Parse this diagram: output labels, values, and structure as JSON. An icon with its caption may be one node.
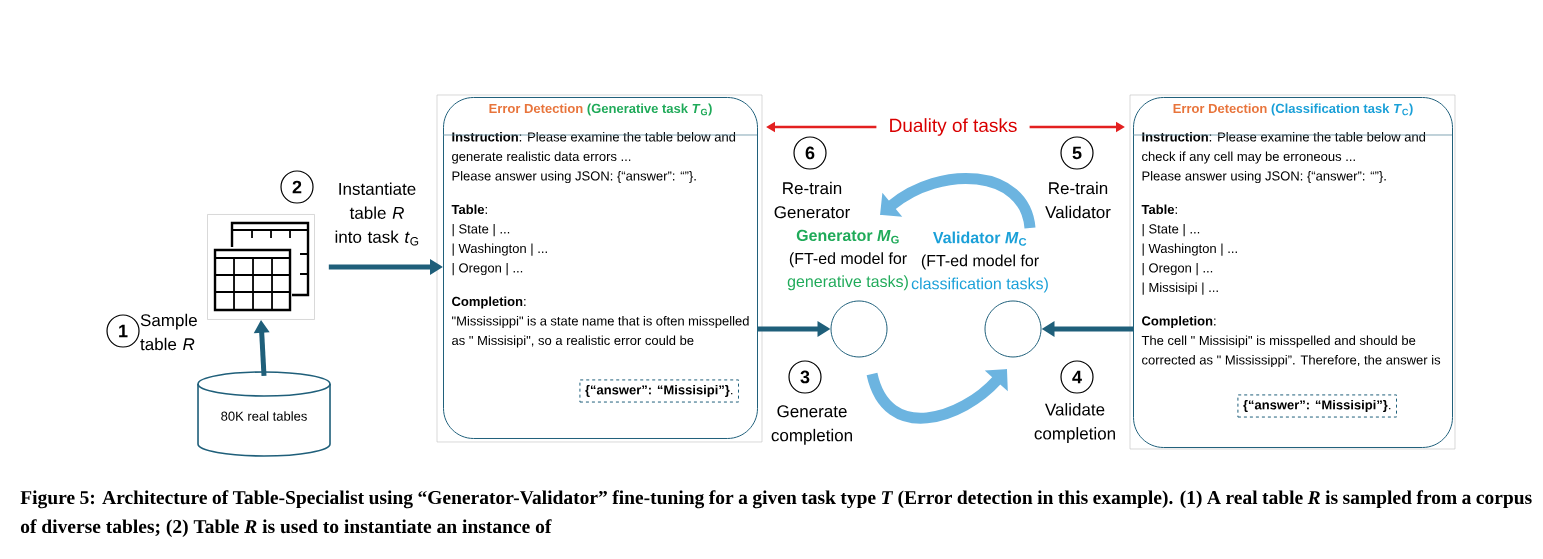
{
  "diagram": {
    "caption": "Figure 5: Architecture of Table-Specialist using “Generator-Validator” fine-tuning for a given task type *T* (Error detection in this example). (1) A real table *R* is sampled from a corpus of diverse tables; (2) Table *R* is used to instantiate an instance of",
    "nodes": [
      {
        "text": [],
        "shape": "table"
      },
      {
        "text": [
          "80K real tables"
        ]
      },
      {
        "text": [
          "Error Detection",
          "(Generative task *T*$_{G}$)",
          "**Instruction**: Please examine the table below and generate realistic data errors ...",
          "Please answer using JSON: {“answer”: “”}.",
          "**Table**:",
          "| State | ...",
          "| Washington | ...",
          "| Oregon | ...",
          "**Completion**:",
          "\"Mississippi\" is a state name that is often misspelled as \" Missisipi\", so a realistic error could be"
        ]
      },
      {
        "text": [
          "**{“answer”: “Missisipi”}**."
        ],
        "in": 2
      },
      {
        "text": [
          "Duality of tasks"
        ]
      },
      {
        "text": [],
        "shape": "circle",
        "beside": [
          "Generator *M*$_{G}$",
          "(FT-ed model for",
          "generative tasks)"
        ]
      },
      {
        "text": [],
        "shape": "circle",
        "beside": [
          "Validator *M*$_{C}$",
          "(FT-ed model for",
          "classification tasks)"
        ]
      },
      {
        "text": [
          "Error Detection",
          "(Classification task *T*$_{C}$)",
          "**Instruction**: Please examine the table below and check if any cell may be erroneous ...",
          "Please answer using JSON: {“answer”: “”}.",
          "**Table**:",
          "| State | ...",
          "| Washington | ...",
          "| Oregon | ...",
          "| Missisipi | ...",
          "**Completion**:",
          "The cell \" Missisipi\" is misspelled and should be corrected as \" Mississippi”. Therefore, the answer is"
        ]
      },
      {
        "text": [
          "**{“answer”: “Missisipi”}**."
        ],
        "in": 7
      }
    ],
    "edges": [
      {
        "from": 1,
        "to": 0,
        "arrow": "to",
        "label": "Sample table *R*"
      },
      {
        "from": 0,
        "to": 2,
        "arrow": "to",
        "label": "Instantiate table *R* into task *t*$_{G}$"
      },
      {
        "from": 4,
        "to": 2,
        "arrow": "to",
        "color": "#e32020"
      },
      {
        "from": 4,
        "to": 7,
        "arrow": "to",
        "color": "#e32020"
      },
      {
        "from": 2,
        "to": 5,
        "arrow": "to"
      },
      {
        "from": 7,
        "to": 6,
        "arrow": "to"
      },
      {
        "from": 5,
        "to": 6,
        "arrow": "to",
        "style": "thick",
        "color": "#6cb4e0"
      },
      {
        "from": 6,
        "to": 5,
        "arrow": "to",
        "style": "thick",
        "color": "#6cb4e0"
      }
    ],
    "labels": [
      "6",
      "5",
      "Re-train Generator",
      "Re-train Validator",
      "2",
      "1",
      "3",
      "4",
      "Generate completion",
      "Validate completion"
    ]
  }
}
